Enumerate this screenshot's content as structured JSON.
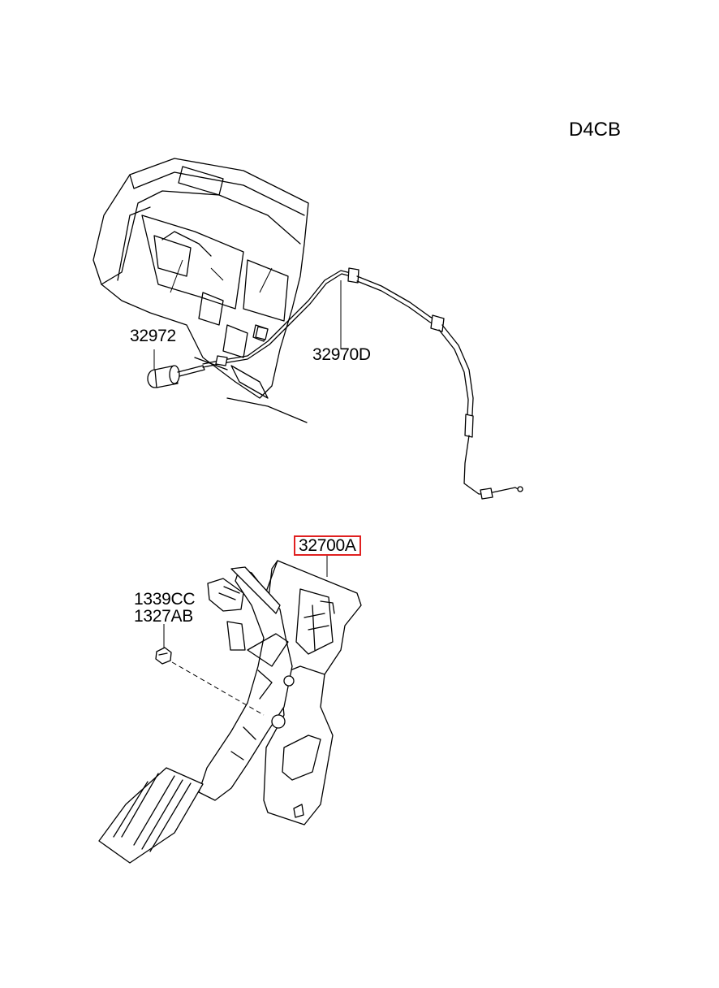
{
  "engine_code": "D4CB",
  "callouts": {
    "knob": "32972",
    "cable": "32970D",
    "pedal_assembly": "32700A",
    "nut_line1": "1339CC",
    "nut_line2": "1327AB"
  },
  "highlight_color": "#e02020"
}
